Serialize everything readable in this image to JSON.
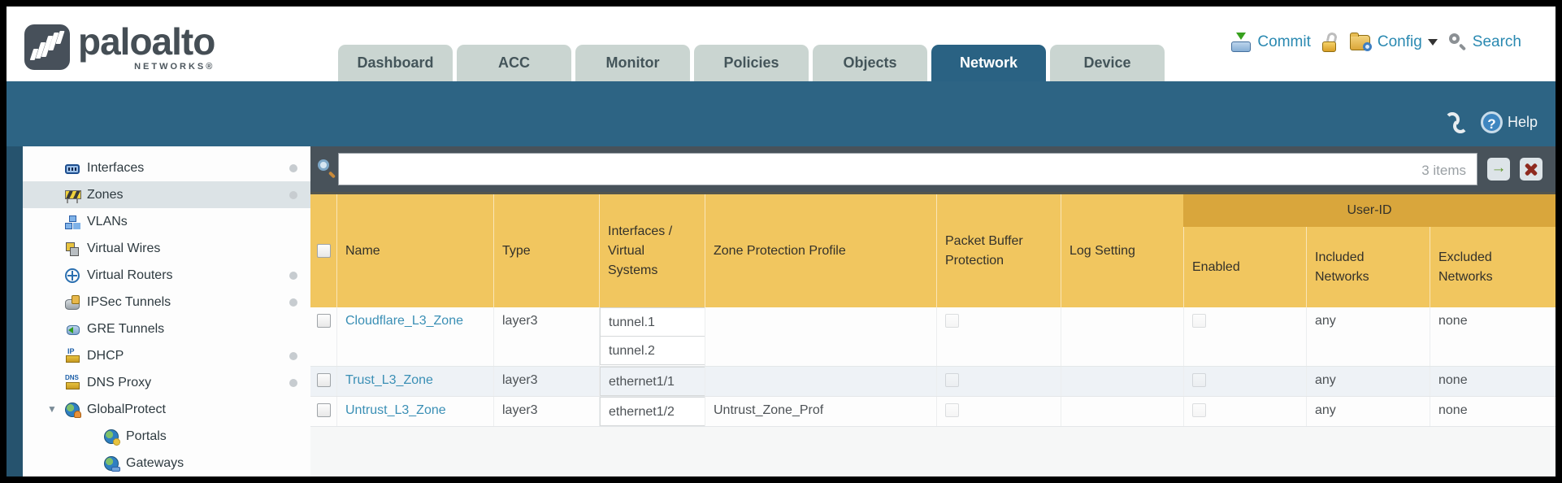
{
  "brand": {
    "name": "paloalto",
    "subtitle": "NETWORKS®"
  },
  "nav": {
    "tabs": [
      {
        "label": "Dashboard",
        "active": false
      },
      {
        "label": "ACC",
        "active": false
      },
      {
        "label": "Monitor",
        "active": false
      },
      {
        "label": "Policies",
        "active": false
      },
      {
        "label": "Objects",
        "active": false
      },
      {
        "label": "Network",
        "active": true
      },
      {
        "label": "Device",
        "active": false
      }
    ],
    "actions": {
      "commit": "Commit",
      "config": "Config",
      "search": "Search"
    }
  },
  "band": {
    "help": "Help"
  },
  "sidebar": {
    "items": [
      {
        "label": "Interfaces",
        "icon": "interfaces-icon",
        "dot": true,
        "selected": false
      },
      {
        "label": "Zones",
        "icon": "zones-icon",
        "dot": true,
        "selected": true
      },
      {
        "label": "VLANs",
        "icon": "vlans-icon",
        "dot": false,
        "selected": false
      },
      {
        "label": "Virtual Wires",
        "icon": "virtual-wires-icon",
        "dot": false,
        "selected": false
      },
      {
        "label": "Virtual Routers",
        "icon": "virtual-routers-icon",
        "dot": true,
        "selected": false
      },
      {
        "label": "IPSec Tunnels",
        "icon": "ipsec-tunnels-icon",
        "dot": true,
        "selected": false
      },
      {
        "label": "GRE Tunnels",
        "icon": "gre-tunnels-icon",
        "dot": false,
        "selected": false
      },
      {
        "label": "DHCP",
        "icon": "dhcp-icon",
        "dot": true,
        "selected": false
      },
      {
        "label": "DNS Proxy",
        "icon": "dns-proxy-icon",
        "dot": true,
        "selected": false
      },
      {
        "label": "GlobalProtect",
        "icon": "globalprotect-icon",
        "dot": false,
        "selected": false,
        "expanded": true
      },
      {
        "label": "Portals",
        "icon": "portals-icon",
        "dot": false,
        "selected": false,
        "indented": true
      },
      {
        "label": "Gateways",
        "icon": "gateways-icon",
        "dot": false,
        "selected": false,
        "indented": true
      }
    ]
  },
  "filterbar": {
    "value": "",
    "items_count": "3 items"
  },
  "table": {
    "group_header": "User-ID",
    "columns": {
      "name": "Name",
      "type": "Type",
      "interfaces": "Interfaces / Virtual Systems",
      "zone_protection": "Zone Protection Profile",
      "packet_buffer": "Packet Buffer Protection",
      "log_setting": "Log Setting",
      "enabled": "Enabled",
      "included": "Included Networks",
      "excluded": "Excluded Networks"
    },
    "rows": [
      {
        "name": "Cloudflare_L3_Zone",
        "type": "layer3",
        "interfaces": [
          "tunnel.1",
          "tunnel.2"
        ],
        "zone_protection": "",
        "log_setting": "",
        "included": "any",
        "excluded": "none"
      },
      {
        "name": "Trust_L3_Zone",
        "type": "layer3",
        "interfaces": [
          "ethernet1/1"
        ],
        "zone_protection": "",
        "log_setting": "",
        "included": "any",
        "excluded": "none"
      },
      {
        "name": "Untrust_L3_Zone",
        "type": "layer3",
        "interfaces": [
          "ethernet1/2"
        ],
        "zone_protection": "Untrust_Zone_Prof",
        "log_setting": "",
        "included": "any",
        "excluded": "none"
      }
    ]
  },
  "colors": {
    "accent_teal": "#2d6484",
    "header_gold": "#f1c65f",
    "group_gold": "#d9a63c",
    "link_blue": "#3a8fb5",
    "filter_slate": "#48525a"
  }
}
